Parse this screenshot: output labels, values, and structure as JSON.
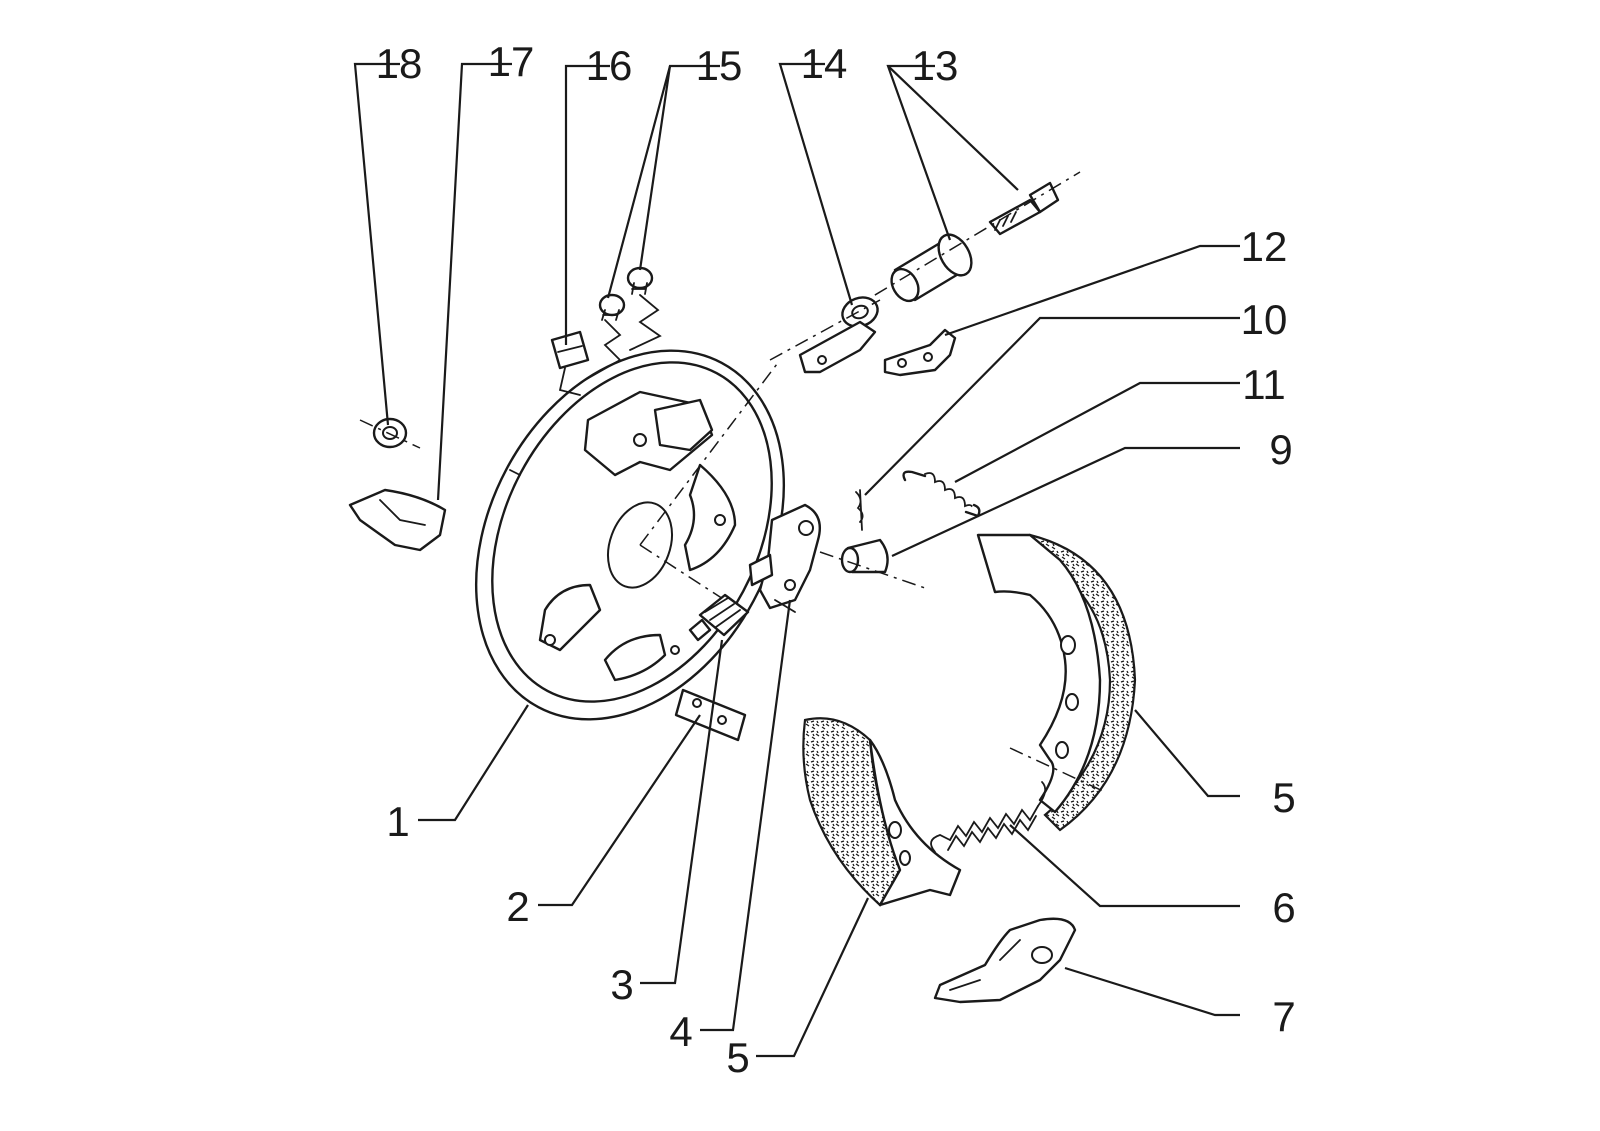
{
  "diagram": {
    "callouts": [
      {
        "id": "18",
        "label": "18"
      },
      {
        "id": "17",
        "label": "17"
      },
      {
        "id": "16",
        "label": "16"
      },
      {
        "id": "15",
        "label": "15"
      },
      {
        "id": "14",
        "label": "14"
      },
      {
        "id": "13",
        "label": "13"
      },
      {
        "id": "12",
        "label": "12"
      },
      {
        "id": "10",
        "label": "10"
      },
      {
        "id": "11",
        "label": "11"
      },
      {
        "id": "9",
        "label": "9"
      },
      {
        "id": "5a",
        "label": "5"
      },
      {
        "id": "6",
        "label": "6"
      },
      {
        "id": "7",
        "label": "7"
      },
      {
        "id": "1",
        "label": "1"
      },
      {
        "id": "2",
        "label": "2"
      },
      {
        "id": "3",
        "label": "3"
      },
      {
        "id": "4",
        "label": "4"
      },
      {
        "id": "5b",
        "label": "5"
      }
    ]
  }
}
